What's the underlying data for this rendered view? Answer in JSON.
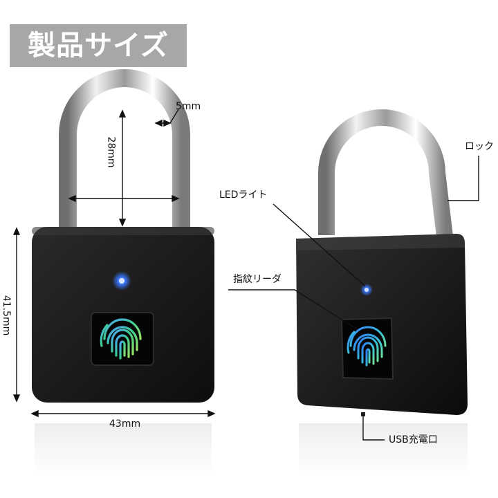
{
  "title": "製品サイズ",
  "dimensions": {
    "shackle_thickness": "5mm",
    "shackle_height": "28mm",
    "body_height": "41.5mm",
    "body_width": "43mm"
  },
  "callouts": {
    "lock": "ロック",
    "led": "LEDライト",
    "fingerprint_reader": "指紋リーダ",
    "usb_port": "USB充電口"
  },
  "colors": {
    "banner_bg": "#a7a7a7",
    "lock_body": "#141414",
    "led": "#2f6bff",
    "fingerprint_gradient": [
      "#4da3ff",
      "#3ccf8e",
      "#9be36a"
    ]
  },
  "icons": [
    "fingerprint-icon",
    "led-indicator"
  ]
}
